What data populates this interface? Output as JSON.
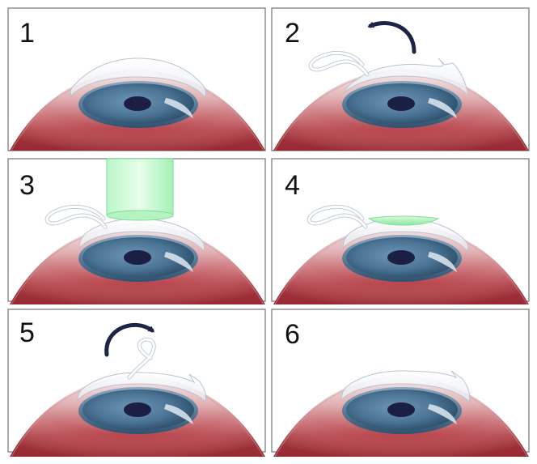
{
  "panels": [
    {
      "label": "1",
      "step": "intact-cornea"
    },
    {
      "label": "2",
      "step": "flap-lifted",
      "arrow": "counterclockwise"
    },
    {
      "label": "3",
      "step": "laser-applied"
    },
    {
      "label": "4",
      "step": "stroma-reshaped"
    },
    {
      "label": "5",
      "step": "flap-replaced",
      "arrow": "clockwise"
    },
    {
      "label": "6",
      "step": "healed"
    }
  ],
  "colors": {
    "frame": "#8f8f8f",
    "eye_red": "#b23a43",
    "iris": "#3f6786",
    "pupil": "#1c1f44",
    "laser": "#8ef0a6",
    "arrow": "#1d2446"
  }
}
